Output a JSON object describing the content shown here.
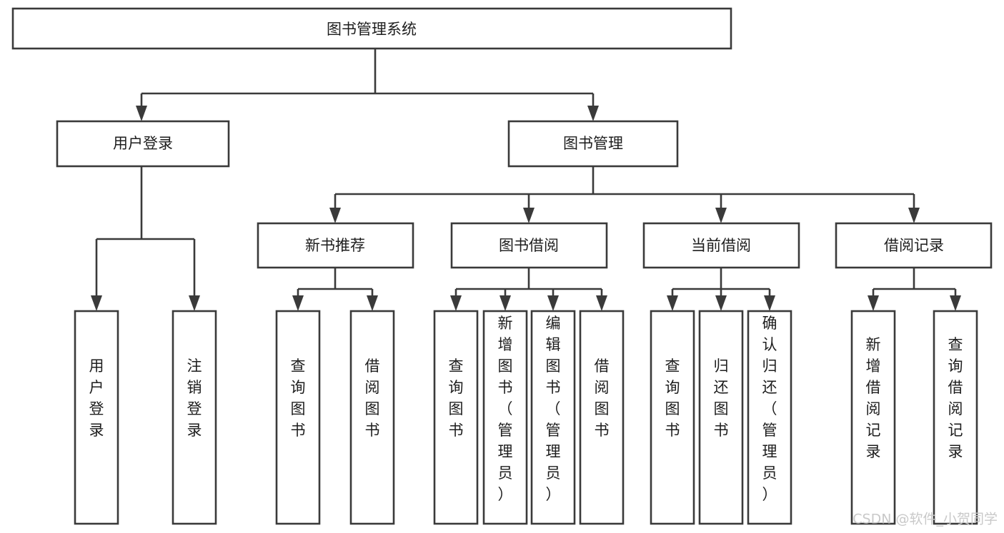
{
  "diagram": {
    "type": "tree-hierarchy-chart",
    "title": "图书管理系统",
    "orientation": "top-down",
    "colors": {
      "stroke": "#3a3a3a",
      "box_fill": "#ffffff",
      "text": "#1d1d1d",
      "background": "#ffffff",
      "watermark": "#c9c9c9"
    },
    "root": {
      "id": "root",
      "label": "图书管理系统"
    },
    "level1": [
      {
        "id": "user-login",
        "label": "用户登录"
      },
      {
        "id": "book-management",
        "label": "图书管理"
      }
    ],
    "level2": [
      {
        "id": "new-book-recommend",
        "label": "新书推荐",
        "parent": "book-management"
      },
      {
        "id": "book-borrow",
        "label": "图书借阅",
        "parent": "book-management"
      },
      {
        "id": "current-borrow",
        "label": "当前借阅",
        "parent": "book-management"
      },
      {
        "id": "borrow-record",
        "label": "借阅记录",
        "parent": "book-management"
      }
    ],
    "leaves": [
      {
        "id": "leaf-user-login",
        "label": "用户登录",
        "parent": "user-login"
      },
      {
        "id": "leaf-user-logout",
        "label": "注销登录",
        "parent": "user-login"
      },
      {
        "id": "leaf-query-book-1",
        "label": "查询图书",
        "parent": "new-book-recommend"
      },
      {
        "id": "leaf-borrow-book-1",
        "label": "借阅图书",
        "parent": "new-book-recommend"
      },
      {
        "id": "leaf-query-book-2",
        "label": "查询图书",
        "parent": "book-borrow"
      },
      {
        "id": "leaf-add-book",
        "label": "新增图书（管理员）",
        "parent": "book-borrow"
      },
      {
        "id": "leaf-edit-book",
        "label": "编辑图书（管理员）",
        "parent": "book-borrow"
      },
      {
        "id": "leaf-borrow-book-2",
        "label": "借阅图书",
        "parent": "book-borrow"
      },
      {
        "id": "leaf-query-book-3",
        "label": "查询图书",
        "parent": "current-borrow"
      },
      {
        "id": "leaf-return-book",
        "label": "归还图书",
        "parent": "current-borrow"
      },
      {
        "id": "leaf-confirm-return",
        "label": "确认归还（管理员）",
        "parent": "current-borrow"
      },
      {
        "id": "leaf-add-record",
        "label": "新增借阅记录",
        "parent": "borrow-record"
      },
      {
        "id": "leaf-query-record",
        "label": "查询借阅记录",
        "parent": "borrow-record"
      }
    ]
  },
  "watermark": {
    "text": "CSDN @软件_小贺同学"
  }
}
